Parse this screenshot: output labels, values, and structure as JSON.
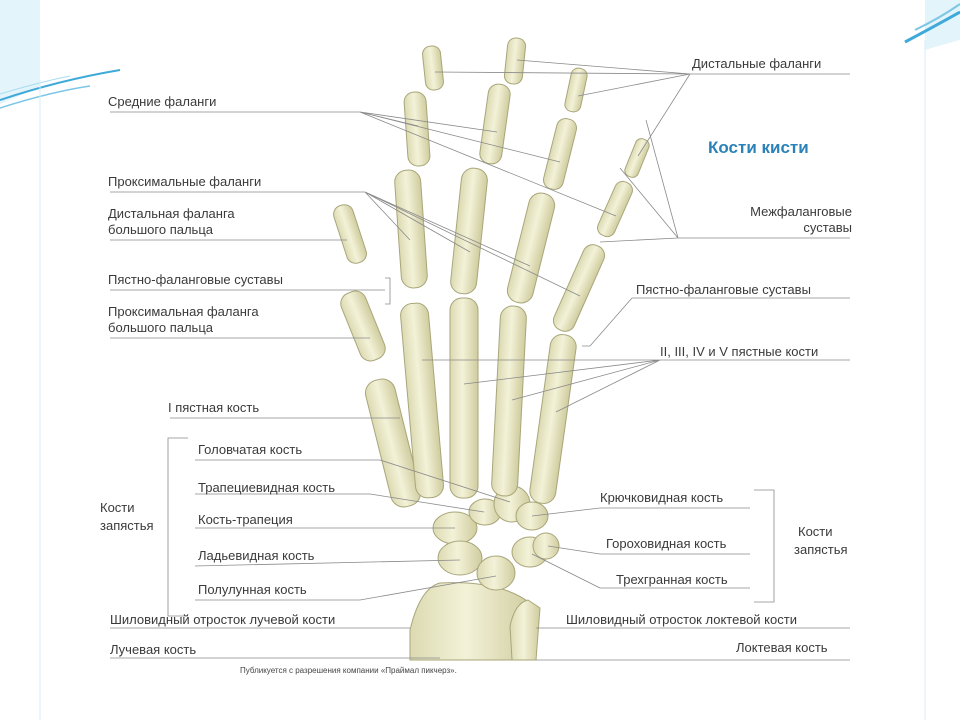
{
  "colors": {
    "accent": "#2a82b8",
    "bone": "#ecebc8",
    "bone_shadow": "#c9c79a",
    "bone_outline": "#a9a67a",
    "leader": "#8a8a8a",
    "slide_deco": "#3fa9d9"
  },
  "diagram": {
    "title": "Кости кисти",
    "credit": "Публикуется с разрешения компании «Праймал пикчерз».",
    "labels": {
      "distal_phalanges": "Дистальные фаланги",
      "middle_phalanges": "Средние фаланги",
      "proximal_phalanges": "Проксимальные фаланги",
      "thumb_distal_line1": "Дистальная фаланга",
      "thumb_distal_line2": "большого пальца",
      "interphalangeal_line1": "Межфаланговые",
      "interphalangeal_line2": "суставы",
      "mcp_joints_left": "Пястно-фаланговые суставы",
      "mcp_joints_right": "Пястно-фаланговые суставы",
      "thumb_proximal_line1": "Проксимальная фаланга",
      "thumb_proximal_line2": "большого пальца",
      "metacarpals_2_5": "II, III, IV и V пястные кости",
      "metacarpal_1": "I пястная кость",
      "capitate": "Головчатая кость",
      "trapezoid": "Трапециевидная кость",
      "trapezium": "Кость-трапеция",
      "scaphoid": "Ладьевидная кость",
      "lunate": "Полулунная кость",
      "carpal_left_line1": "Кости",
      "carpal_left_line2": "запястья",
      "hamate": "Крючковидная кость",
      "pisiform": "Гороховидная кость",
      "triquetrum": "Трехгранная кость",
      "carpal_right_line1": "Кости",
      "carpal_right_line2": "запястья",
      "radial_styloid": "Шиловидный отросток лучевой кости",
      "ulnar_styloid": "Шиловидный отросток локтевой кости",
      "radius": "Лучевая кость",
      "ulna": "Локтевая кость"
    }
  }
}
